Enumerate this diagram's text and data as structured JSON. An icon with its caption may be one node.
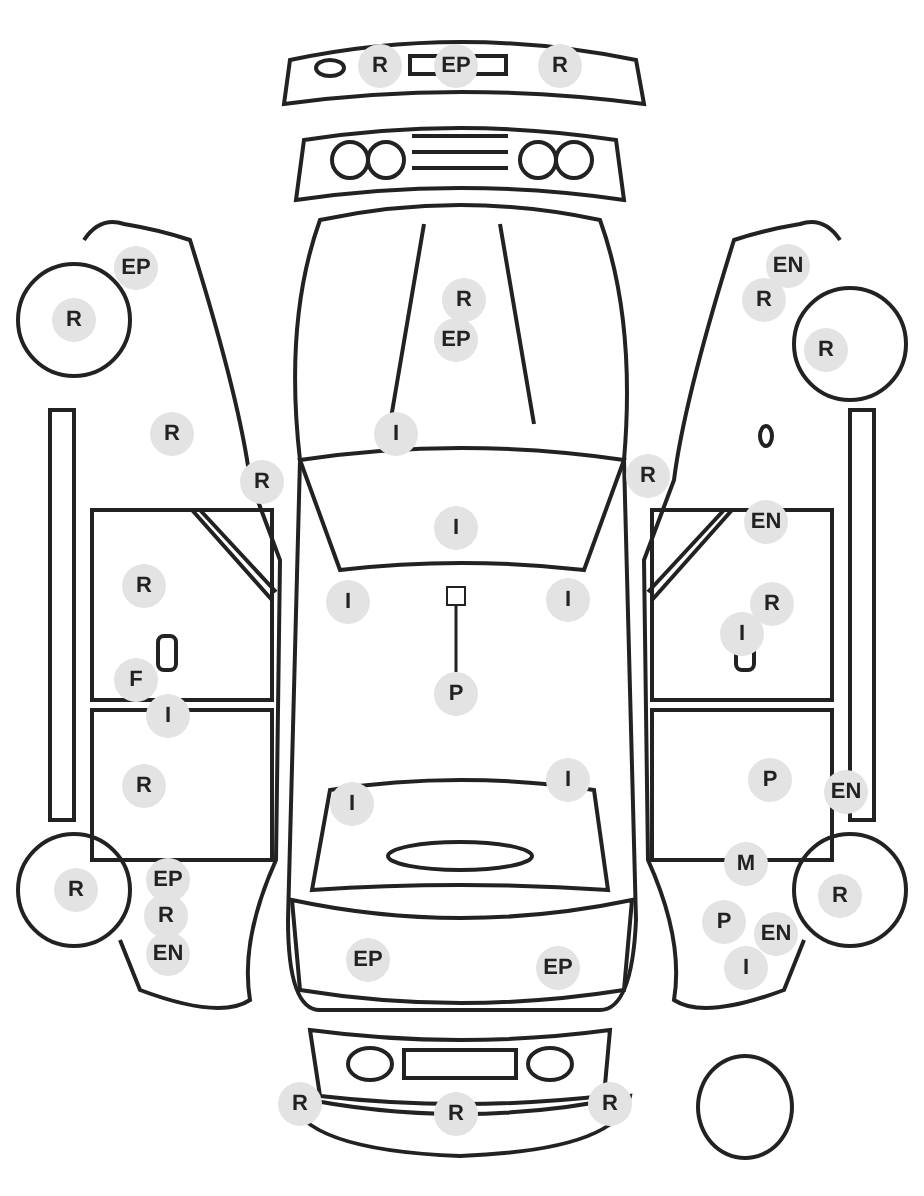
{
  "diagram": {
    "nodes": [
      {
        "text": [
          "R"
        ]
      },
      {
        "text": [
          "EP"
        ]
      },
      {
        "text": [
          "R"
        ]
      },
      {
        "text": [
          "EP"
        ]
      },
      {
        "text": [
          "EN"
        ]
      },
      {
        "text": [
          "R"
        ]
      },
      {
        "text": [
          "R"
        ]
      },
      {
        "text": [
          "R"
        ]
      },
      {
        "text": [
          "EP"
        ]
      },
      {
        "text": [
          "R"
        ]
      },
      {
        "text": [
          "R"
        ]
      },
      {
        "text": [
          "I"
        ]
      },
      {
        "text": [
          "R"
        ]
      },
      {
        "text": [
          "R"
        ]
      },
      {
        "text": [
          "I"
        ]
      },
      {
        "text": [
          "EN"
        ]
      },
      {
        "text": [
          "R"
        ]
      },
      {
        "text": [],
        "shape": "box"
      },
      {
        "text": [
          "I"
        ]
      },
      {
        "text": [
          "I"
        ]
      },
      {
        "text": [
          "R"
        ]
      },
      {
        "text": [
          "I"
        ]
      },
      {
        "text": [
          "F"
        ]
      },
      {
        "text": [
          "P"
        ]
      },
      {
        "text": [
          "I"
        ]
      },
      {
        "text": [
          "R"
        ]
      },
      {
        "text": [
          "I"
        ]
      },
      {
        "text": [
          "P"
        ]
      },
      {
        "text": [
          "EN"
        ]
      },
      {
        "text": [
          "I"
        ]
      },
      {
        "text": [
          "M"
        ]
      },
      {
        "text": [
          "EP"
        ]
      },
      {
        "text": [
          "R"
        ]
      },
      {
        "text": [
          "R"
        ]
      },
      {
        "text": [
          "R"
        ]
      },
      {
        "text": [
          "P"
        ]
      },
      {
        "text": [
          "EN"
        ]
      },
      {
        "text": [
          "EN"
        ]
      },
      {
        "text": [
          "EP"
        ]
      },
      {
        "text": [
          "EP"
        ]
      },
      {
        "text": [
          "I"
        ]
      },
      {
        "text": [
          "R"
        ]
      },
      {
        "text": [
          "R"
        ]
      },
      {
        "text": [
          "R"
        ]
      },
      {
        "text": [],
        "shape": "circle"
      }
    ],
    "edges": [
      {
        "from": 23,
        "to": 17,
        "arrow": "none"
      }
    ]
  }
}
